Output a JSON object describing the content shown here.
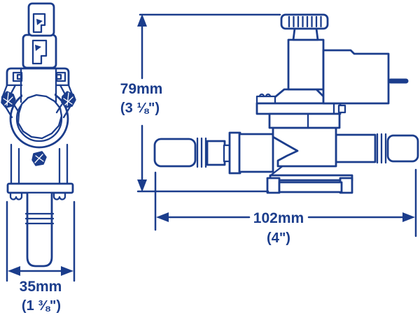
{
  "diagram": {
    "title": "solenoid-valve-dimension-drawing",
    "line_color": "#1b3d8c",
    "background": "#ffffff",
    "views": [
      {
        "id": "front-view",
        "description": "front view with pipe clamp and outlet spout"
      },
      {
        "id": "side-view",
        "description": "side view with adjusting knob, solenoid coil, hose barbs and mounting bracket"
      }
    ],
    "dimensions": {
      "height": {
        "metric": "79mm",
        "imperial": "(3 ⅛\")"
      },
      "length": {
        "metric": "102mm",
        "imperial": "(4\")"
      },
      "width": {
        "metric": "35mm",
        "imperial": "(1 ⅜\")"
      }
    }
  }
}
